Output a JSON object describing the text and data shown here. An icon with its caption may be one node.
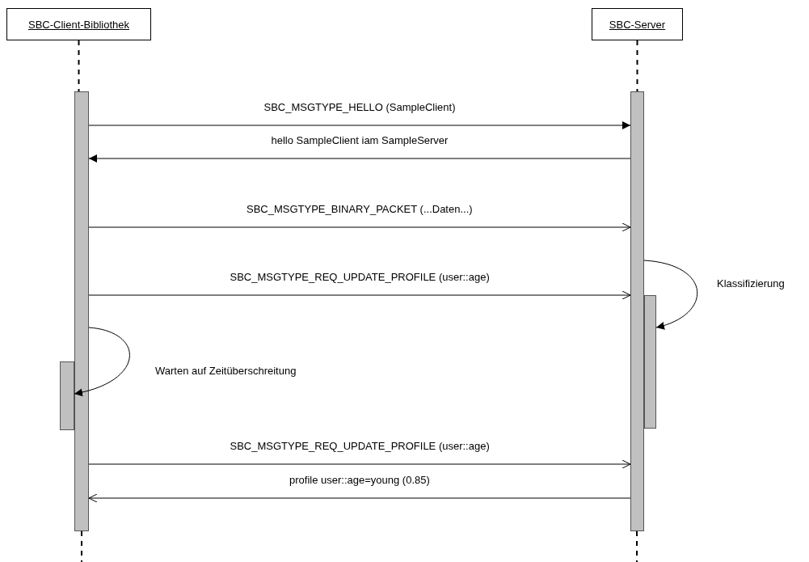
{
  "diagram": {
    "nodes": [
      {
        "text": [
          "SBC-Client-Bibliothek"
        ]
      },
      {
        "text": [
          "SBC-Server"
        ]
      },
      {
        "text": [],
        "shape": "bar"
      },
      {
        "text": [],
        "shape": "bar"
      },
      {
        "text": [],
        "shape": "bar"
      },
      {
        "text": [],
        "shape": "bar"
      }
    ],
    "edges": [
      {
        "from": 0,
        "to": 2,
        "arrow": "none",
        "style": "dashed"
      },
      {
        "from": 1,
        "to": 3,
        "arrow": "none",
        "style": "dashed"
      },
      {
        "from": 2,
        "to": 3,
        "arrow": "to",
        "label": "SBC_MSGTYPE_HELLO (SampleClient)"
      },
      {
        "from": 3,
        "to": 2,
        "arrow": "to",
        "label": "hello SampleClient iam SampleServer"
      },
      {
        "from": 2,
        "to": 3,
        "arrow": "to",
        "label": "SBC_MSGTYPE_BINARY_PACKET (...Daten...)"
      },
      {
        "from": 2,
        "to": 3,
        "arrow": "to",
        "label": "SBC_MSGTYPE_REQ_UPDATE_PROFILE (user::age)"
      },
      {
        "from": 3,
        "to": 4,
        "arrow": "to",
        "label": "Klassifizierung"
      },
      {
        "from": 2,
        "to": 5,
        "arrow": "to",
        "label": "Warten auf Zeitüberschreitung"
      },
      {
        "from": 2,
        "to": 3,
        "arrow": "to",
        "label": "SBC_MSGTYPE_REQ_UPDATE_PROFILE (user::age)"
      },
      {
        "from": 3,
        "to": 2,
        "arrow": "to",
        "label": "profile user::age=young (0.85)"
      }
    ]
  }
}
